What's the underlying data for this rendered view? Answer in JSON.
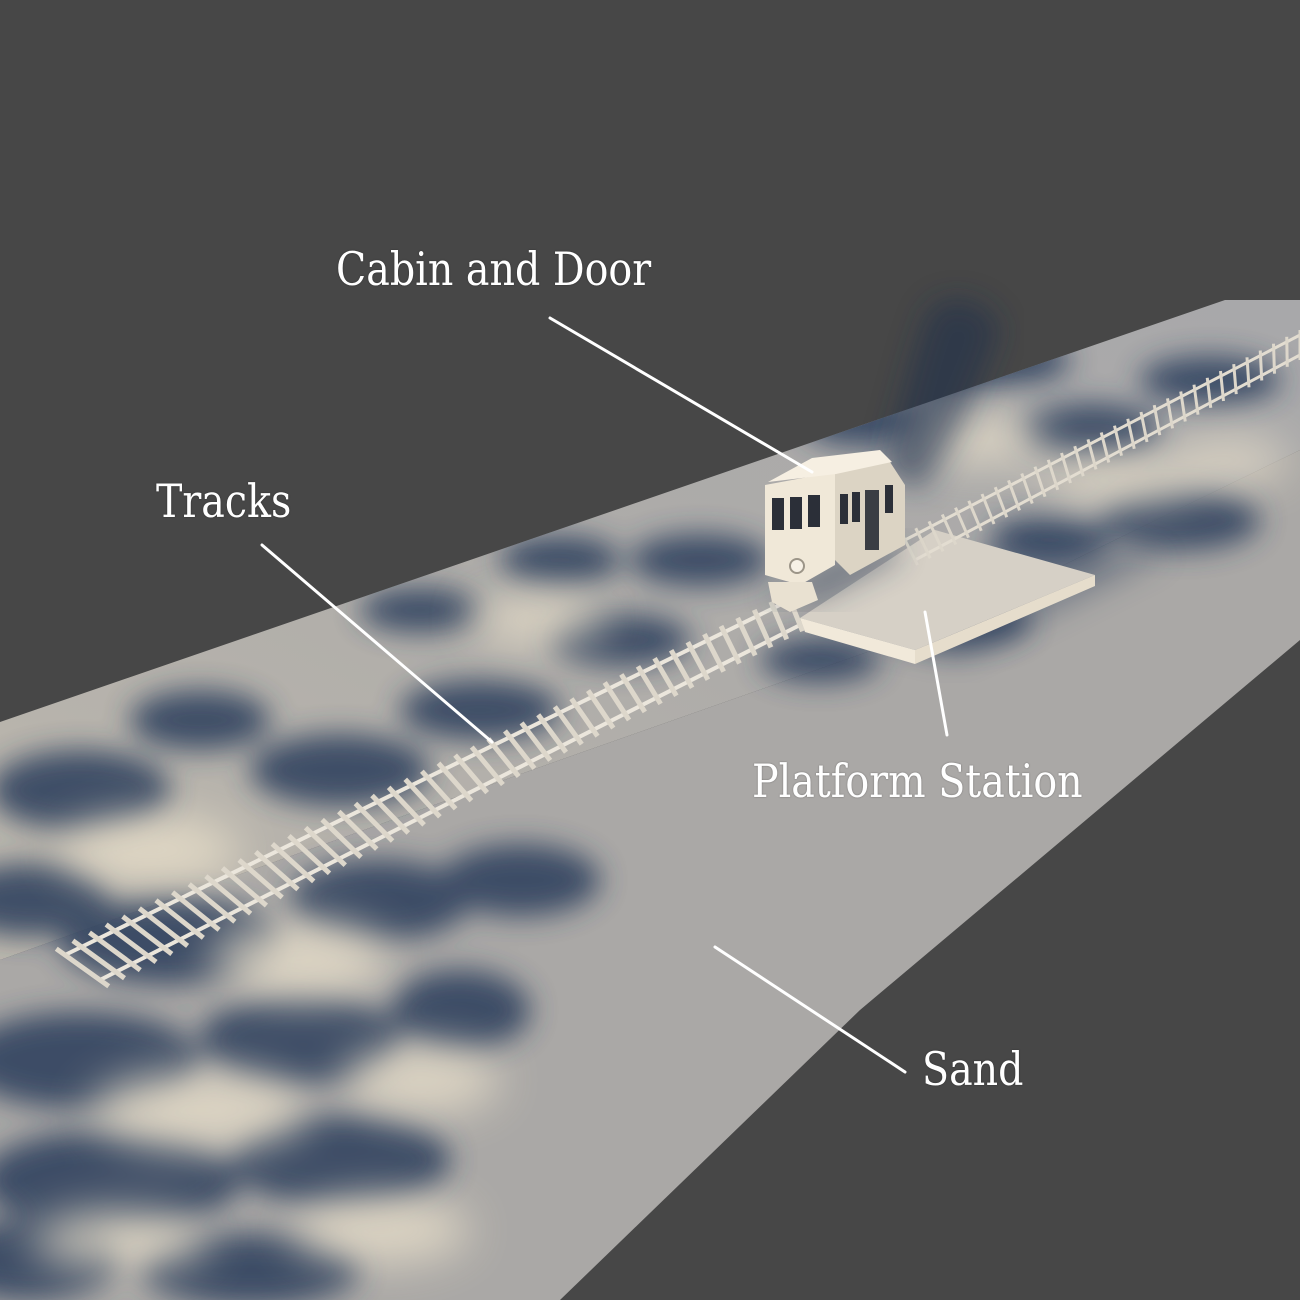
{
  "figure": {
    "colors": {
      "background": "#474747",
      "sand": "#b4b2ae",
      "sand_light": "#d8d2c6",
      "shadow": "#2c3c5c",
      "model": "#e8e2d6",
      "label": "#ffffff"
    },
    "callouts": [
      {
        "id": "cabin",
        "text": "Cabin and Door"
      },
      {
        "id": "tracks",
        "text": "Tracks"
      },
      {
        "id": "platform",
        "text": "Platform Station"
      },
      {
        "id": "sand",
        "text": "Sand"
      }
    ]
  }
}
